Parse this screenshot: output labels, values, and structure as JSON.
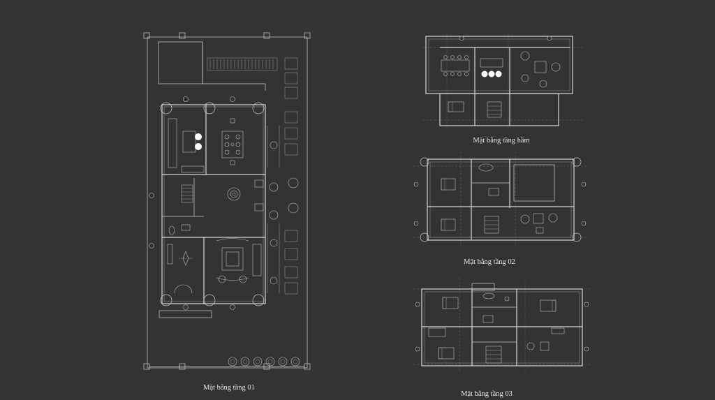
{
  "plans": [
    {
      "id": "tang-01",
      "caption": "Mặt bằng tầng 01"
    },
    {
      "id": "tang-ham",
      "caption": "Mặt bằng tầng hầm"
    },
    {
      "id": "tang-02",
      "caption": "Mặt bằng tầng 02"
    },
    {
      "id": "tang-03",
      "caption": "Mặt bằng tầng 03"
    }
  ],
  "colors": {
    "background": "#333333",
    "linework": "#cfcfcf",
    "caption": "#e6e6e6"
  }
}
